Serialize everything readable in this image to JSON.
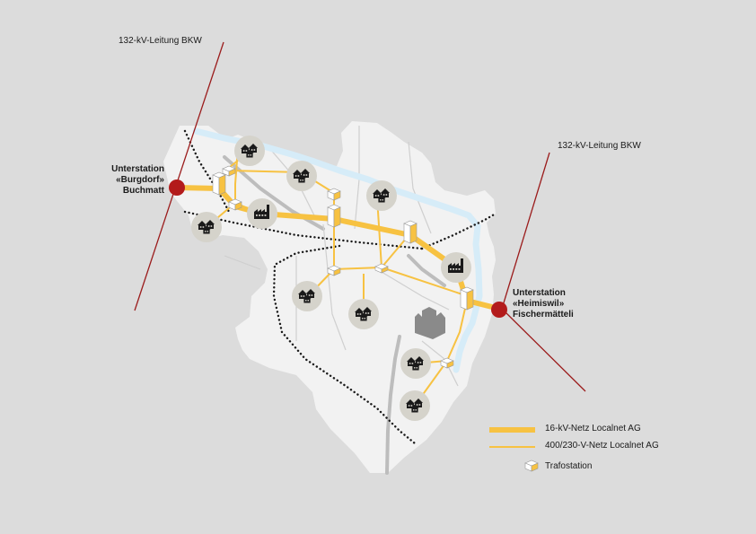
{
  "labels": {
    "line_left": "132-kV-Leitung BKW",
    "line_right": "132-kV-Leitung BKW",
    "sub_left": [
      "Unterstation",
      "«Burgdorf»",
      "Buchmatt"
    ],
    "sub_right": [
      "Unterstation",
      "«Heimiswil»",
      "Fischermätteli"
    ]
  },
  "legend": [
    {
      "label": "16-kV-Netz Localnet AG",
      "symbol": "thick-line"
    },
    {
      "label": "400/230-V-Netz Localnet AG",
      "symbol": "thin-line"
    },
    {
      "label": "Trafostation",
      "symbol": "trafo-icon"
    }
  ],
  "colors": {
    "background": "#dcdcdc",
    "land": "#f2f2f2",
    "river": "#d6ecf8",
    "road": "#bdbdbd",
    "net_16kv": "#f7c242",
    "net_400v": "#f7c242",
    "bkw_line": "#9b1c1c",
    "substation": "#b31b1b",
    "house_circle": "#d5d3cb",
    "castle": "#8a8a8a"
  }
}
